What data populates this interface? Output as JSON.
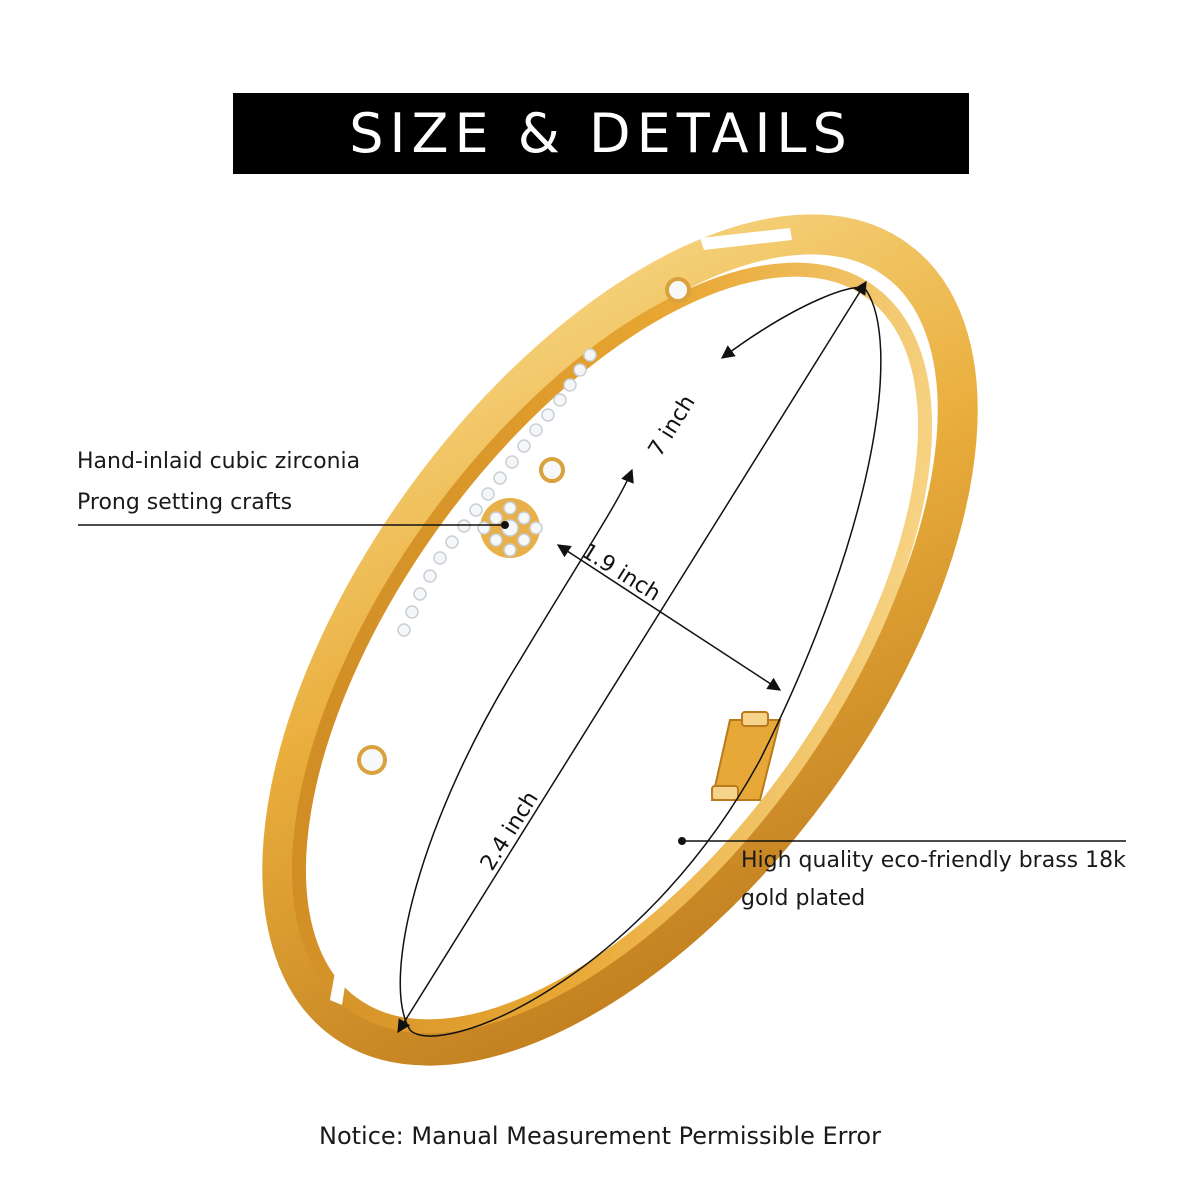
{
  "title": "SIZE & DETAILS",
  "callouts": {
    "zirconia_line1": "Hand-inlaid cubic zirconia",
    "zirconia_line2": "Prong setting crafts",
    "brass_line1": "High quality eco-friendly brass 18k",
    "brass_line2": "gold plated"
  },
  "dimensions": {
    "circumference": "7 inch",
    "width": "1.9 inch",
    "length": "2.4 inch"
  },
  "notice": "Notice: Manual Measurement Permissible Error",
  "colors": {
    "gold_light": "#f7d27a",
    "gold_mid": "#e4a52f",
    "gold_dark": "#b9751a",
    "title_bg": "#000000"
  },
  "icons": [
    "bangle-bracelet-image",
    "zirconia-stone-icon",
    "clasp-icon"
  ]
}
